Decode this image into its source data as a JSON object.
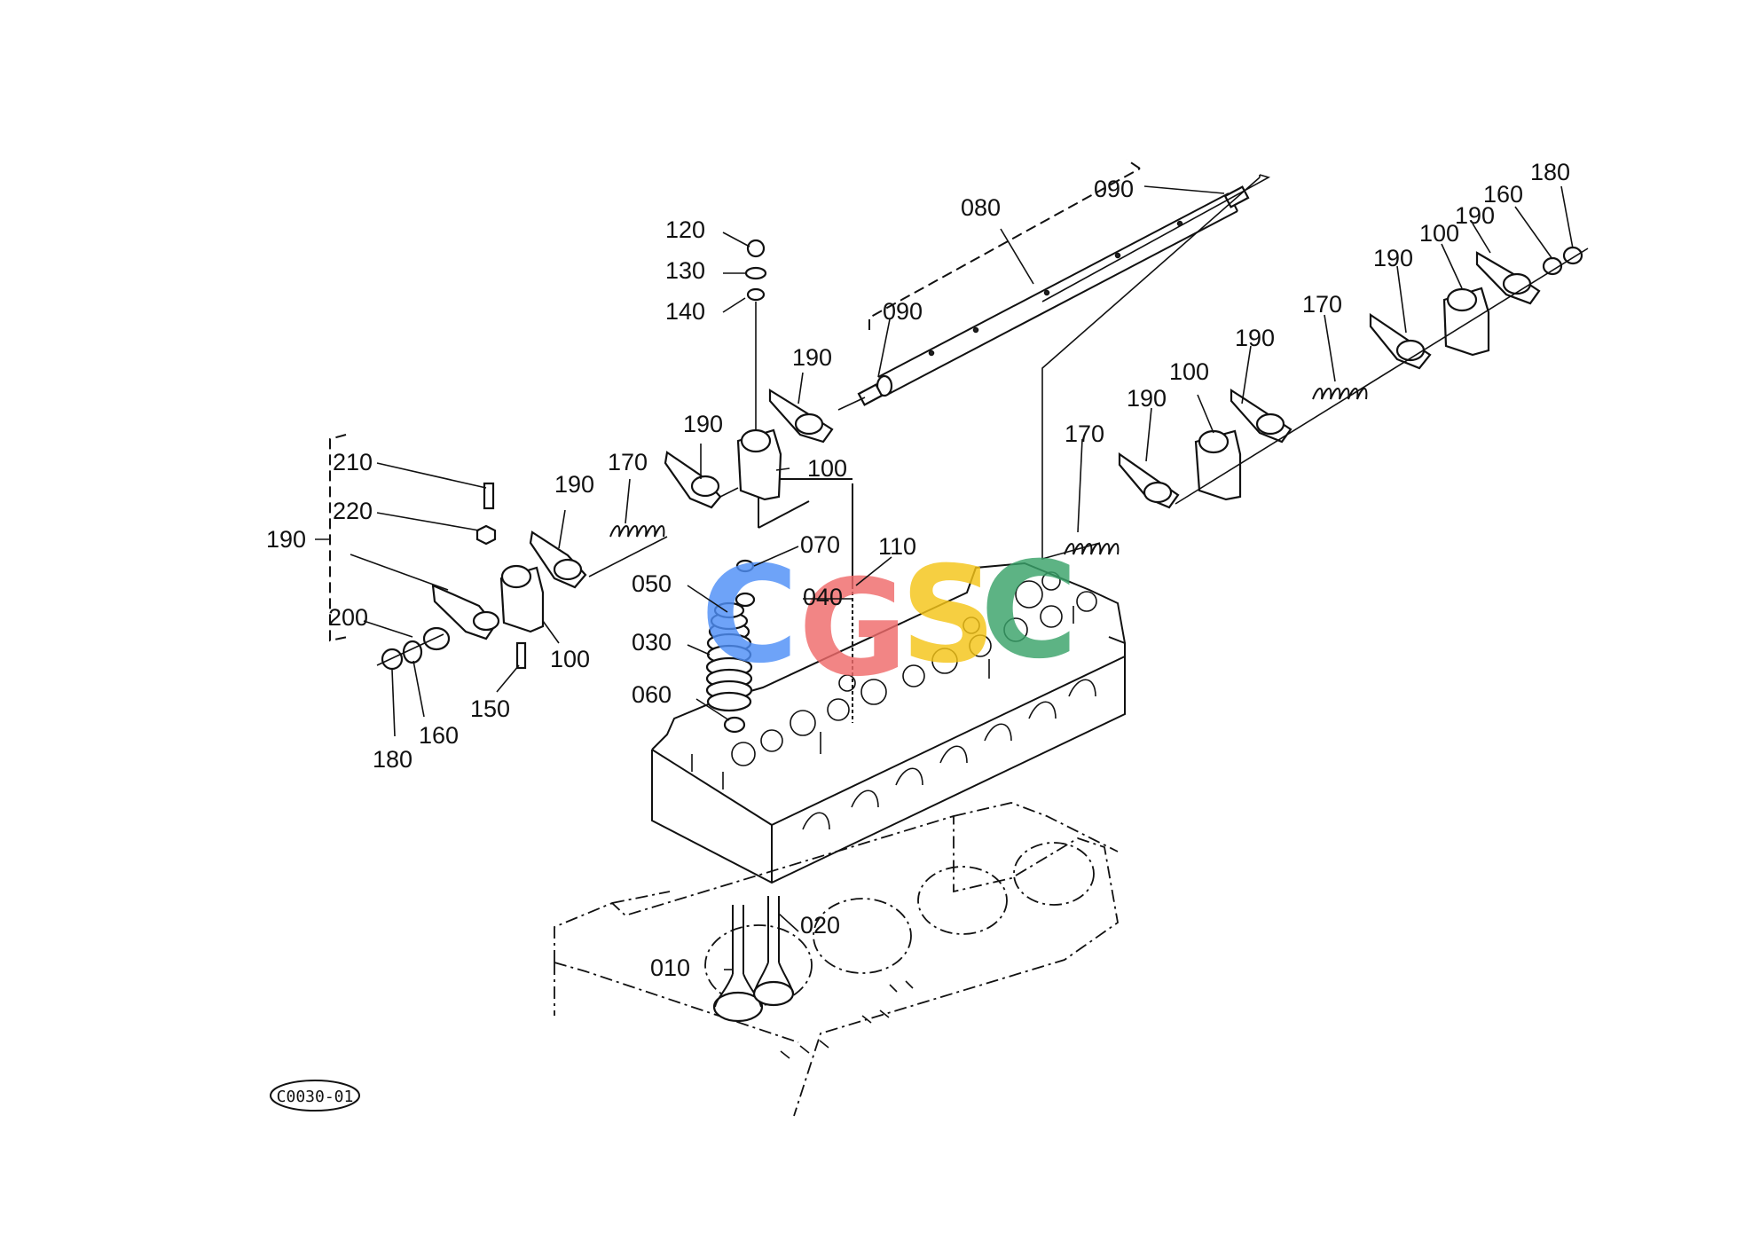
{
  "figure_code": "C0030-01",
  "watermark": {
    "letters": [
      "C",
      "G",
      "S",
      "C"
    ],
    "colors": [
      "#4f8ff7",
      "#f06b6b",
      "#f5c518",
      "#3aa36a"
    ]
  },
  "callouts": {
    "c010": "010",
    "c020": "020",
    "c030": "030",
    "c040": "040",
    "c050": "050",
    "c060": "060",
    "c070": "070",
    "c080": "080",
    "c090a": "090",
    "c090b": "090",
    "c100a": "100",
    "c100b": "100",
    "c100c": "100",
    "c100d": "100",
    "c110": "110",
    "c120": "120",
    "c130": "130",
    "c140": "140",
    "c150": "150",
    "c160a": "160",
    "c160b": "160",
    "c170a": "170",
    "c170b": "170",
    "c170c": "170",
    "c180a": "180",
    "c180b": "180",
    "c190a": "190",
    "c190b": "190",
    "c190c": "190",
    "c190d": "190",
    "c190e": "190",
    "c190f": "190",
    "c190g": "190",
    "c190h": "190",
    "c200": "200",
    "c210": "210",
    "c220": "220"
  }
}
